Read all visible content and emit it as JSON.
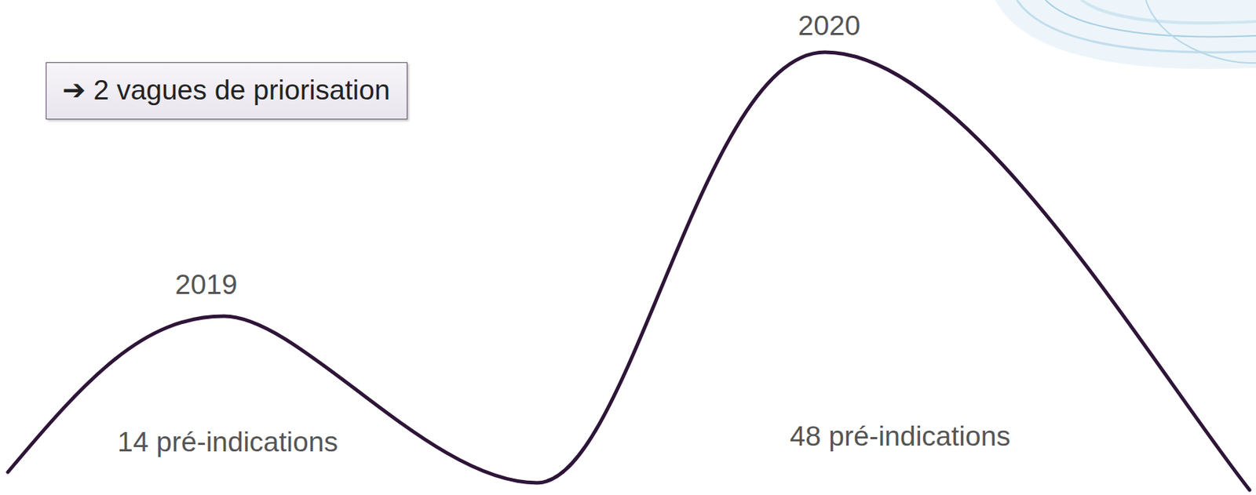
{
  "diagram": {
    "nodes": [
      {
        "text": [
          "➔ 2 vagues de priorisation"
        ]
      }
    ],
    "labels": [
      "2020",
      "2019",
      "14 pré-indications",
      "48 pré-indications"
    ]
  }
}
